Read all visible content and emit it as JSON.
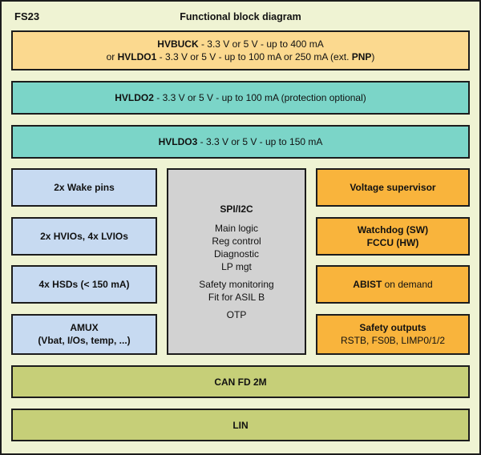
{
  "header": {
    "product": "FS23",
    "title": "Functional block diagram"
  },
  "colors": {
    "background": "#EFF3D3",
    "border": "#1C1C1C",
    "power_orange": "#FBD98F",
    "ldo_teal": "#7BD5C8",
    "io_blue": "#C7DAF1",
    "core_gray": "#D2D2D2",
    "safety_amber": "#F9B43C",
    "comm_olive": "#C6CF78"
  },
  "power": {
    "buck": {
      "line1_name": "HVBUCK",
      "line1_rest": " - 3.3 V or 5 V - up to 400 mA",
      "line2_prefix": "or ",
      "line2_name": "HVLDO1",
      "line2_rest": " - 3.3 V or 5 V - up to 100 mA or 250 mA (ext. ",
      "line2_pnp": "PNP",
      "line2_suffix": ")"
    },
    "hvldo2": {
      "name": "HVLDO2",
      "rest": " - 3.3 V or 5 V - up to 100 mA (protection optional)"
    },
    "hvldo3": {
      "name": "HVLDO3",
      "rest": " - 3.3 V or 5 V - up to 150 mA"
    }
  },
  "io_blocks": {
    "wake": "2x Wake pins",
    "ios": "2x HVIOs, 4x LVIOs",
    "hsds": "4x HSDs (< 150 mA)",
    "amux_line1": "AMUX",
    "amux_line2": "(Vbat, I/Os, temp, ...)"
  },
  "core": {
    "title": "SPI/I2C",
    "group1": [
      "Main logic",
      "Reg control",
      "Diagnostic",
      "LP mgt"
    ],
    "group2": [
      "Safety monitoring",
      "Fit for ASIL B"
    ],
    "group3": [
      "OTP"
    ]
  },
  "safety_blocks": {
    "supervisor": "Voltage supervisor",
    "watchdog_line1": "Watchdog (SW)",
    "watchdog_line2": "FCCU (HW)",
    "abist_name": "ABIST",
    "abist_rest": " on demand",
    "outputs_title": "Safety outputs",
    "outputs_sub": "RSTB, FS0B, LIMP0/1/2"
  },
  "comm": {
    "can": "CAN FD 2M",
    "lin": "LIN"
  }
}
